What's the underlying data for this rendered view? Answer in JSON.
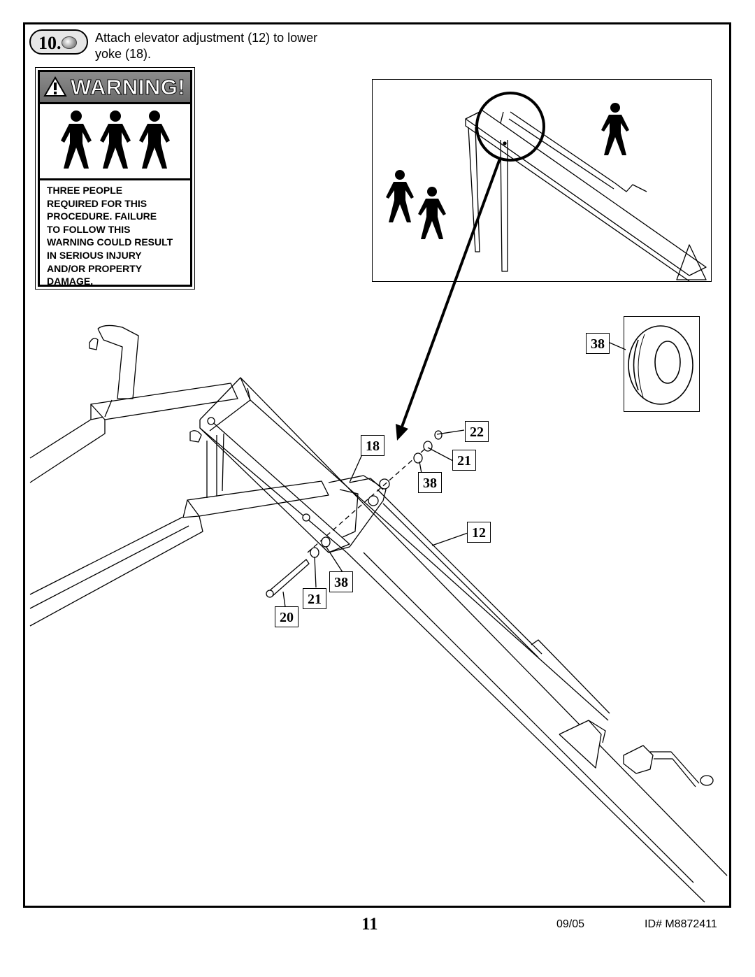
{
  "step": {
    "number": "10.",
    "instruction": "Attach elevator adjustment (12) to lower yoke (18)."
  },
  "warning": {
    "title": "WARNING!",
    "lines": [
      "THREE PEOPLE",
      "REQUIRED FOR THIS",
      "PROCEDURE.  FAILURE",
      "TO FOLLOW THIS",
      "WARNING COULD RESULT",
      "IN SERIOUS INJURY",
      "AND/OR PROPERTY",
      "DAMAGE."
    ]
  },
  "callouts": {
    "washer_detail": "38",
    "part_22": "22",
    "part_18": "18",
    "part_21_right": "21",
    "part_38_right": "38",
    "part_12": "12",
    "part_38_left": "38",
    "part_21_left": "21",
    "part_20": "20"
  },
  "footer": {
    "page_number": "11",
    "date": "09/05",
    "id": "ID#  M8872411"
  },
  "icons": [
    "person-icon",
    "warning-triangle-icon",
    "bolt-icon",
    "washer-icon",
    "crank-handle-icon"
  ]
}
